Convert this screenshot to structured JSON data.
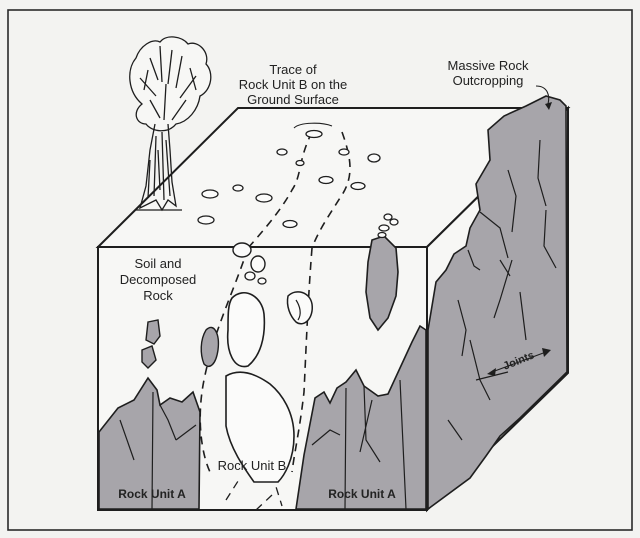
{
  "diagram": {
    "labels": {
      "trace": [
        "Trace of",
        "Rock Unit B on the",
        "Ground Surface"
      ],
      "massive": [
        "Massive Rock",
        "Outcropping"
      ],
      "soil": [
        "Soil and",
        "Decomposed",
        "Rock"
      ],
      "rock_b": "Rock Unit B",
      "rock_a_left": "Rock Unit A",
      "rock_a_right": "Rock Unit A",
      "joints": "Joints"
    },
    "colors": {
      "background": "#f3f3f1",
      "rock_fill": "#a7a5aa",
      "line": "#1e1e1e"
    }
  }
}
